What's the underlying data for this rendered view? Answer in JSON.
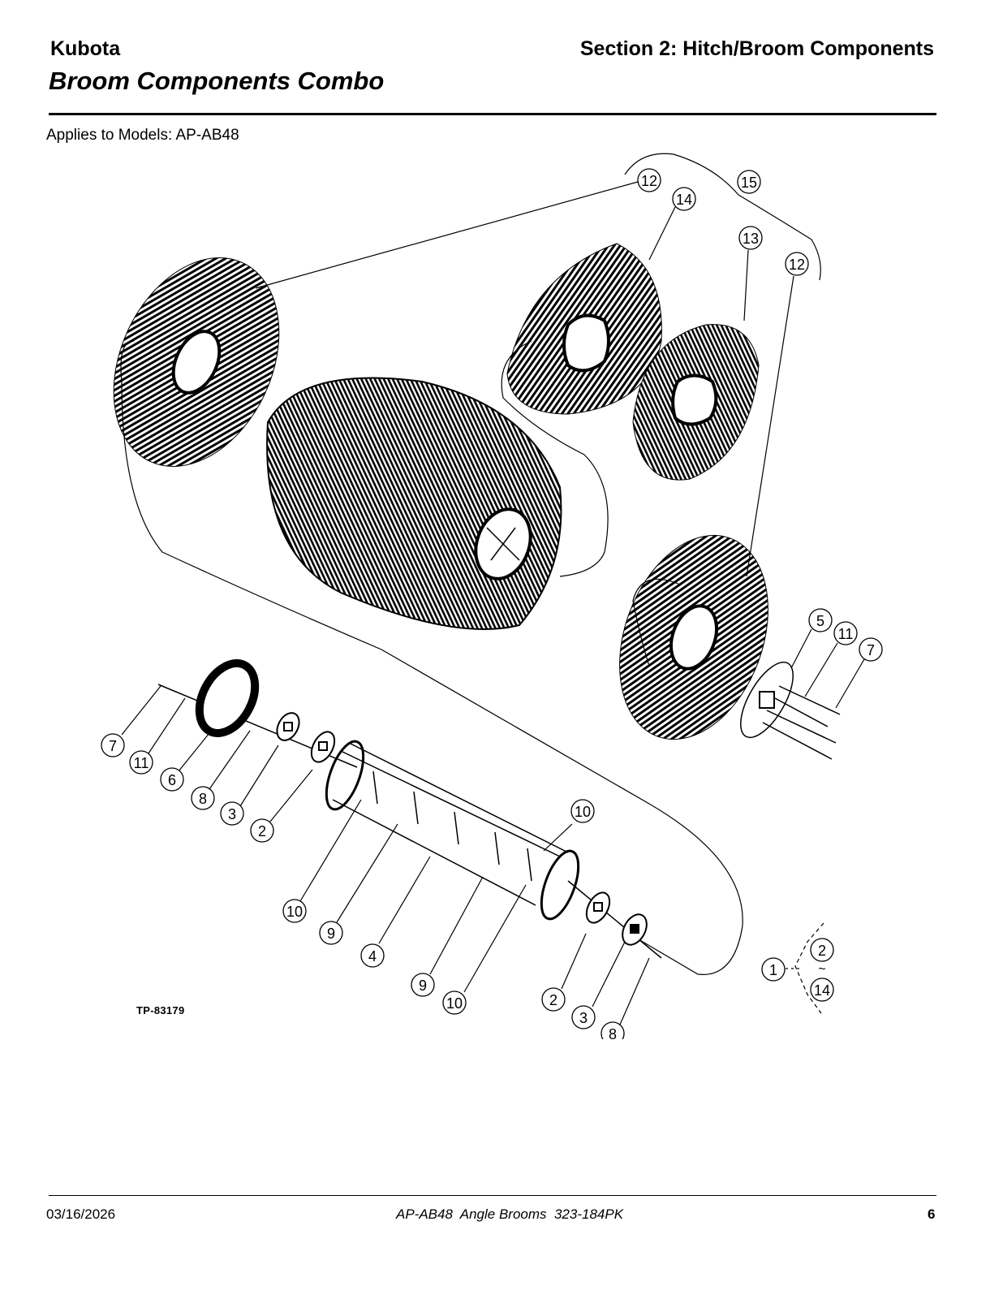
{
  "header": {
    "brand": "Kubota",
    "section": "Section 2: Hitch/Broom Components",
    "title": "Broom Components Combo"
  },
  "applies_to": "Applies to Models: AP-AB48",
  "diagram": {
    "drawing_number": "TP-83179",
    "callouts": [
      "12",
      "14",
      "15",
      "13",
      "12",
      "5",
      "11",
      "7",
      "7",
      "11",
      "6",
      "8",
      "3",
      "2",
      "10",
      "10",
      "9",
      "4",
      "9",
      "10",
      "2",
      "3",
      "8",
      "1",
      "2",
      "~",
      "14"
    ]
  },
  "footer": {
    "date": "03/16/2026",
    "doc_ref": "AP-AB48  Angle Brooms  323-184PK",
    "page": "6"
  }
}
